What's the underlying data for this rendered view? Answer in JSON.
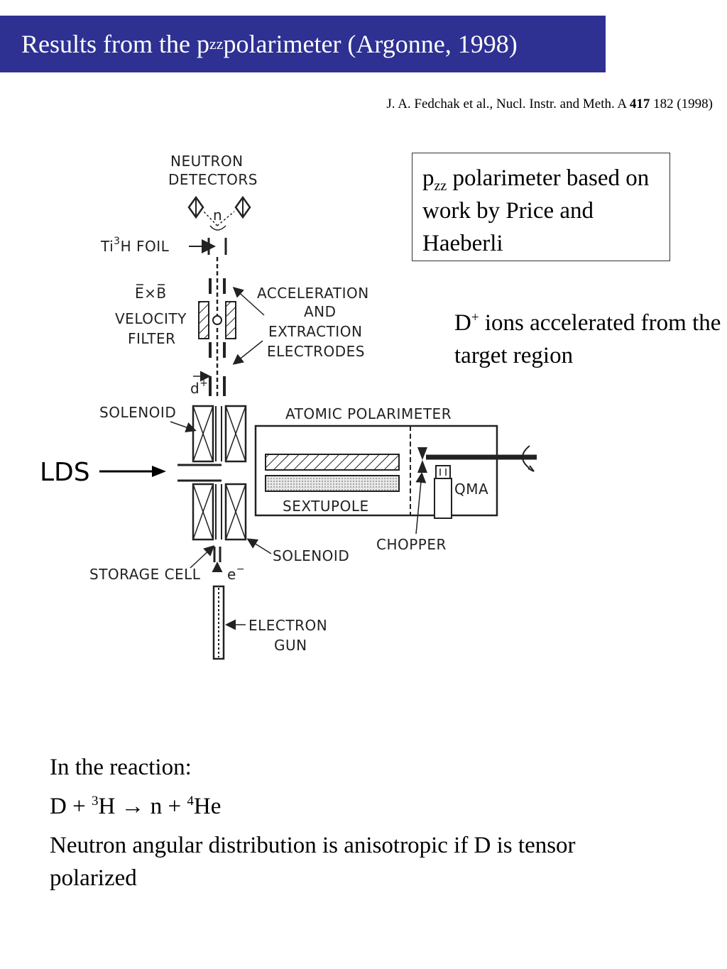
{
  "title": {
    "prefix": "Results from the p",
    "subscript": "zz",
    "suffix": " polarimeter (Argonne, 1998)"
  },
  "citation": {
    "prefix": "J. A. Fedchak et al., Nucl. Instr. and Meth. A ",
    "volume": "417",
    "suffix": " 182 (1998)"
  },
  "note_box": {
    "symbol": "p",
    "subscript": "zz",
    "text": " polarimeter based on work by Price and Haeberli"
  },
  "ions_note": {
    "symbol": "D",
    "superscript": "+",
    "text": " ions accelerated from the target region"
  },
  "diagram": {
    "labels": {
      "neutron_detectors_1": "NEUTRON",
      "neutron_detectors_2": "DETECTORS",
      "neutron": "n",
      "ti_foil_a": "Ti",
      "ti_foil_sup": "3",
      "ti_foil_b": "H FOIL",
      "exb_1": "E×B",
      "exb_2": "VELOCITY",
      "exb_3": "FILTER",
      "accel_1": "ACCELERATION",
      "accel_2": "AND",
      "accel_3": "EXTRACTION",
      "accel_4": "ELECTRODES",
      "deuteron": "d",
      "deuteron_sup": "+",
      "solenoid_top": "SOLENOID",
      "atomic_polarimeter": "ATOMIC POLARIMETER",
      "sextupole": "SEXTUPOLE",
      "qma": "QMA",
      "chopper": "CHOPPER",
      "solenoid_bottom": "SOLENOID",
      "storage_cell": "STORAGE CELL",
      "electron": "e",
      "electron_sup": "−",
      "electron_gun_1": "ELECTRON",
      "electron_gun_2": "GUN",
      "lds": "LDS"
    }
  },
  "reaction": {
    "line1": "In the reaction:",
    "line2_a": "D + ",
    "line2_sup1": "3",
    "line2_b": "H ",
    "line2_arrow": "→",
    "line2_c": " n + ",
    "line2_sup2": "4",
    "line2_d": "He",
    "line3": "Neutron angular distribution is anisotropic if D is tensor polarized"
  }
}
